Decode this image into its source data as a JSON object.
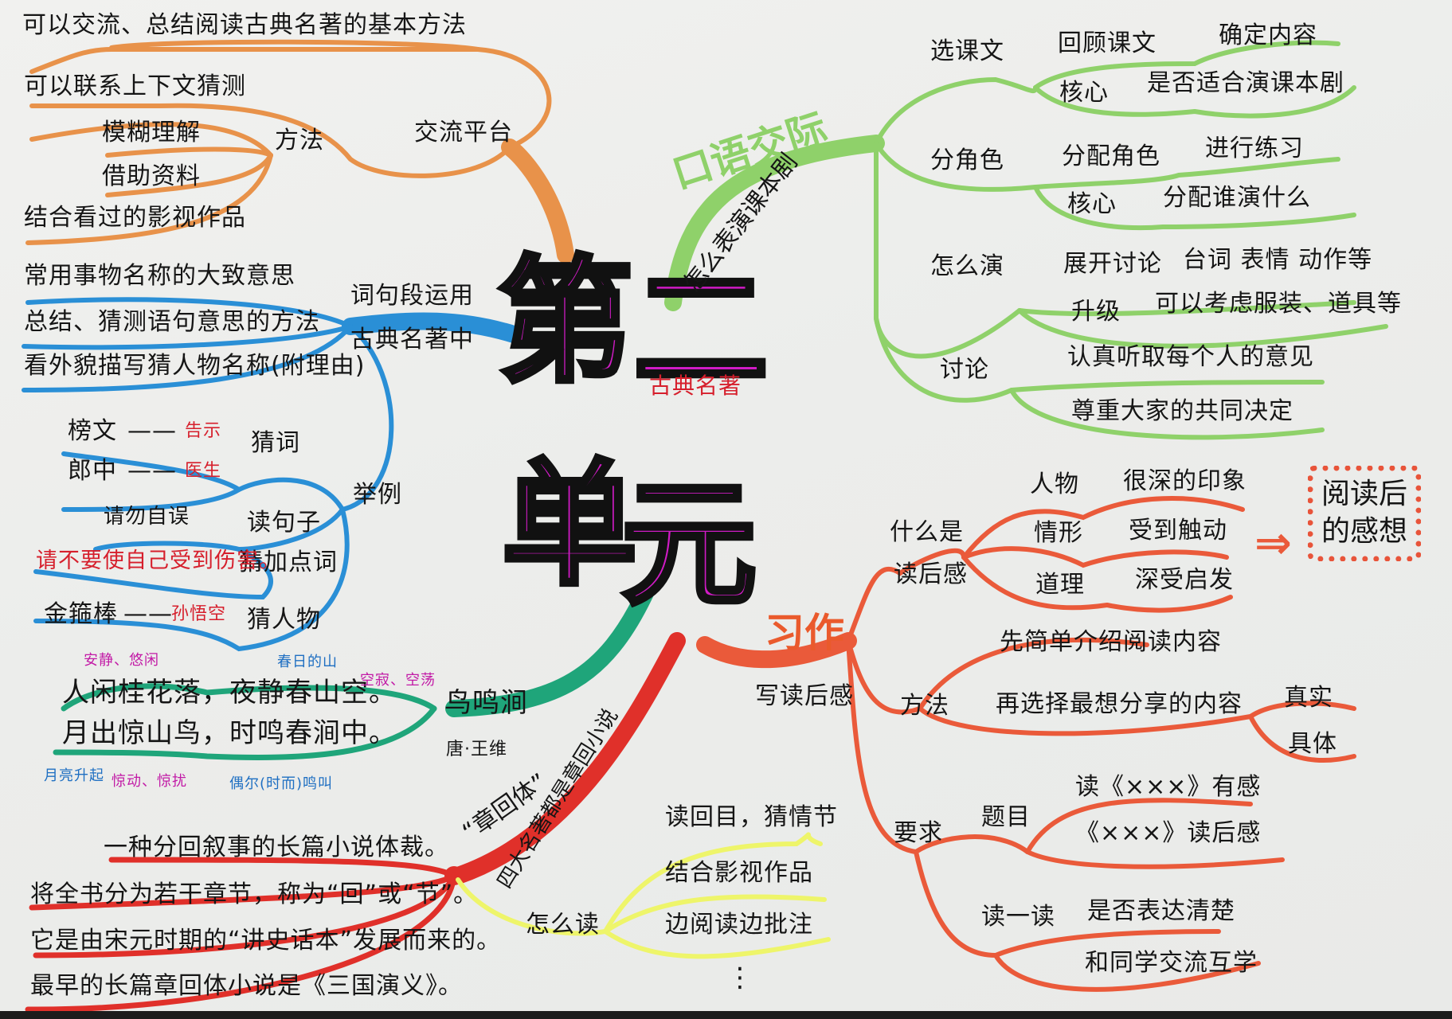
{
  "title": {
    "chars": [
      "第",
      "二",
      "单",
      "元"
    ],
    "subtitle": "古典名著",
    "colors": {
      "fill": "#d11bc6",
      "outline": "#111111"
    }
  },
  "branches": {
    "exchange_platform": {
      "label": "交流平台",
      "color": "#e8924a",
      "summary": "可以交流、总结阅读古典名著的基本方法",
      "method_label": "方法",
      "methods": [
        "可以联系上下文猜测",
        "模糊理解",
        "借助资料",
        "结合看过的影视作品"
      ]
    },
    "word_sentence": {
      "label_line1": "词句段运用",
      "label_line2": "古典名著中",
      "color": "#2a8fd6",
      "points": [
        "常用事物名称的大致意思",
        "总结、猜测语句意思的方法",
        "看外貌描写猜人物名称(附理由)"
      ],
      "example_label": "举例",
      "examples": {
        "guess_word": {
          "label": "猜词",
          "pairs": [
            {
              "word": "榜文",
              "dash": "——",
              "meaning": "告示"
            },
            {
              "word": "郎中",
              "dash": "——",
              "meaning": "医生"
            }
          ]
        },
        "read_sentence": {
          "label": "读句子",
          "sentence": "请勿自误",
          "sub_label": "猜加点词",
          "meaning": "请不要使自己受到伤害。"
        },
        "guess_character": {
          "label": "猜人物",
          "word": "金箍棒",
          "dash": "——",
          "answer": "孙悟空"
        }
      }
    },
    "poem": {
      "title": "鸟鸣涧",
      "author": "唐·王维",
      "color": "#1fa57a",
      "line1": "人闲桂花落，夜静春山空。",
      "line2": "月出惊山鸟，时鸣春涧中。",
      "notes": {
        "xian": "安静、悠闲",
        "chunshan": "春日的山",
        "kong": "空寂、空荡",
        "yuechu": "月亮升起",
        "jing": "惊动、惊扰",
        "shiming": "偶尔(时而)鸣叫"
      }
    },
    "zhanghuiti": {
      "label": "“章回体”",
      "sub_label": "四大名著都是章回小说",
      "color": "#e0302a",
      "definitions": [
        "一种分回叙事的长篇小说体裁。",
        "将全书分为若干章节，称为“回”或“节”。",
        "它是由宋元时期的“讲史话本”发展而来的。",
        "最早的长篇章回体小说是《三国演义》。"
      ],
      "how_to_read": {
        "label": "怎么读",
        "color": "#eef56a",
        "items": [
          "读回目，猜情节",
          "结合影视作品",
          "边阅读边批注"
        ],
        "ellipsis": "⋮"
      }
    },
    "oral_communication": {
      "label": "口语交际",
      "sub_label": "怎么表演课本剧",
      "color": "#8fd16a",
      "groups": [
        {
          "label": "选课文",
          "rows": [
            {
              "key": "回顾课文",
              "value": "确定内容"
            },
            {
              "key": "核心",
              "value": "是否适合演课本剧"
            }
          ]
        },
        {
          "label": "分角色",
          "rows": [
            {
              "key": "分配角色",
              "value": "进行练习"
            },
            {
              "key": "核心",
              "value": "分配谁演什么"
            }
          ]
        },
        {
          "label": "怎么演",
          "rows": [
            {
              "key": "展开讨论",
              "value": "台词  表情  动作等"
            },
            {
              "key": "升级",
              "value": "可以考虑服装、道具等"
            }
          ]
        },
        {
          "label": "讨论",
          "rows": [
            {
              "key": "",
              "value": "认真听取每个人的意见"
            },
            {
              "key": "",
              "value": "尊重大家的共同决定"
            }
          ]
        }
      ]
    },
    "writing": {
      "label": "习作",
      "sub_label": "写读后感",
      "color": "#ea5a3a",
      "what_is": {
        "label_line1": "什么是",
        "label_line2": "读后感",
        "rows": [
          {
            "key": "人物",
            "value": "很深的印象"
          },
          {
            "key": "情形",
            "value": "受到触动"
          },
          {
            "key": "道理",
            "value": "深受启发"
          }
        ],
        "arrow": "⇒",
        "result_line1": "阅读后",
        "result_line2": "的感想"
      },
      "method": {
        "label": "方法",
        "steps": [
          "先简单介绍阅读内容",
          "再选择最想分享的内容"
        ],
        "qualities": [
          "真实",
          "具体"
        ]
      },
      "requirements": {
        "label": "要求",
        "title": {
          "label": "题目",
          "formats": [
            "读《×××》有感",
            "《×××》读后感"
          ]
        },
        "read_aloud": {
          "label": "读一读",
          "items": [
            "是否表达清楚",
            "和同学交流互学"
          ]
        }
      }
    }
  }
}
